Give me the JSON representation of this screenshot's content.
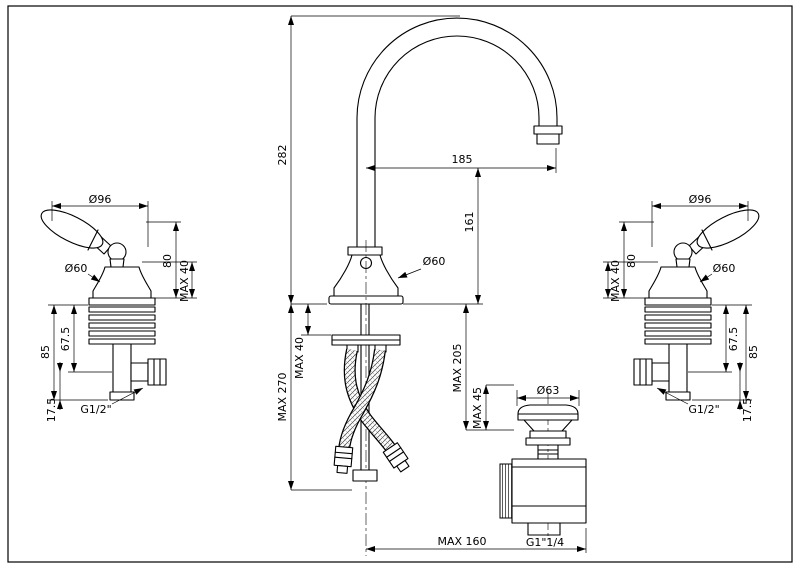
{
  "left_valve": {
    "dia96": "Ø96",
    "dia60": "Ø60",
    "h80": "80",
    "max40": "MAX 40",
    "h85": "85",
    "h67_5": "67.5",
    "h17_5": "17.5",
    "thread": "G1/2\""
  },
  "right_valve": {
    "dia96": "Ø96",
    "dia60": "Ø60",
    "h80": "80",
    "max40": "MAX 40",
    "h85": "85",
    "h67_5": "67.5",
    "h17_5": "17.5",
    "thread": "G1/2\""
  },
  "spout": {
    "h282": "282",
    "w185": "185",
    "h161": "161",
    "dia60": "Ø60",
    "max40": "MAX 40",
    "max270": "MAX 270",
    "max205": "MAX 205",
    "max45": "MAX 45"
  },
  "waste": {
    "dia63": "Ø63",
    "thread": "G1\"1/4",
    "max160": "MAX 160"
  }
}
